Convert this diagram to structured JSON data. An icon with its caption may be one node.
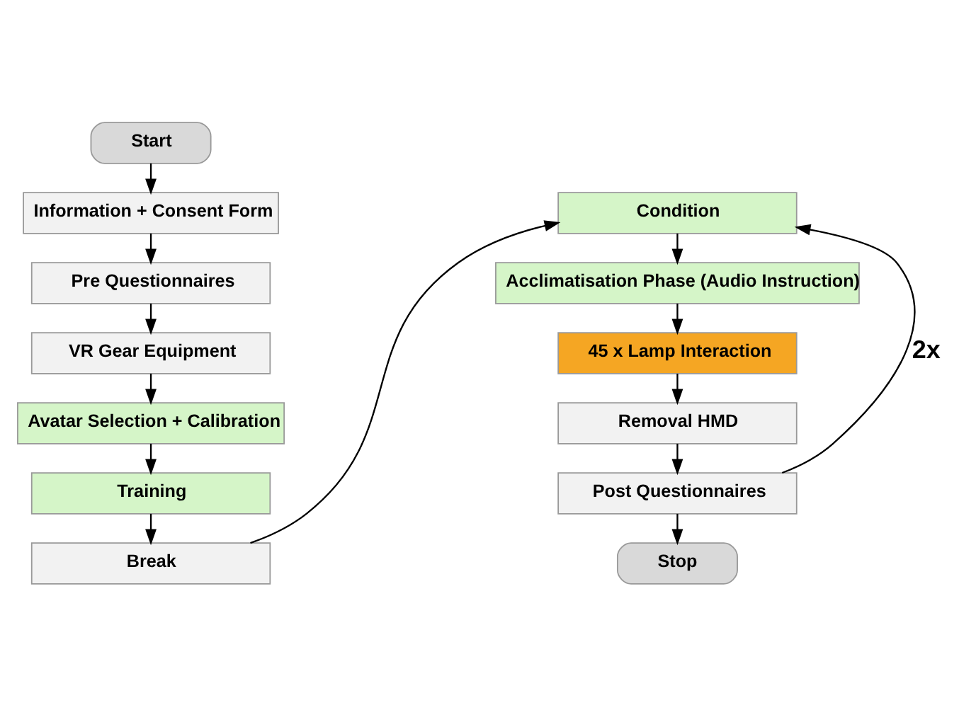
{
  "diagram": {
    "nodes": [
      {
        "text": [
          "Start"
        ]
      },
      {
        "text": [
          "Information + Consent Form"
        ]
      },
      {
        "text": [
          "Pre Questionnaires"
        ]
      },
      {
        "text": [
          "VR Gear Equipment"
        ]
      },
      {
        "text": [
          "Avatar Selection + Calibration"
        ]
      },
      {
        "text": [
          "Training"
        ]
      },
      {
        "text": [
          "Break"
        ]
      },
      {
        "text": [
          "Condition"
        ]
      },
      {
        "text": [
          "Acclimatisation Phase (Audio Instruction)"
        ]
      },
      {
        "text": [
          "45 x Lamp Interaction"
        ]
      },
      {
        "text": [
          "Removal HMD"
        ]
      },
      {
        "text": [
          "Post Questionnaires"
        ]
      },
      {
        "text": [
          "Stop"
        ]
      }
    ],
    "edges": [
      {
        "from": 0,
        "to": 1,
        "arrow": "to"
      },
      {
        "from": 1,
        "to": 2,
        "arrow": "to"
      },
      {
        "from": 2,
        "to": 3,
        "arrow": "to"
      },
      {
        "from": 3,
        "to": 4,
        "arrow": "to"
      },
      {
        "from": 4,
        "to": 5,
        "arrow": "to"
      },
      {
        "from": 5,
        "to": 6,
        "arrow": "to"
      },
      {
        "from": 6,
        "to": 7,
        "arrow": "to"
      },
      {
        "from": 7,
        "to": 8,
        "arrow": "to"
      },
      {
        "from": 8,
        "to": 9,
        "arrow": "to"
      },
      {
        "from": 9,
        "to": 10,
        "arrow": "to"
      },
      {
        "from": 10,
        "to": 11,
        "arrow": "to"
      },
      {
        "from": 11,
        "to": 7,
        "arrow": "to",
        "label": "2x"
      },
      {
        "from": 11,
        "to": 12,
        "arrow": "to"
      }
    ]
  }
}
